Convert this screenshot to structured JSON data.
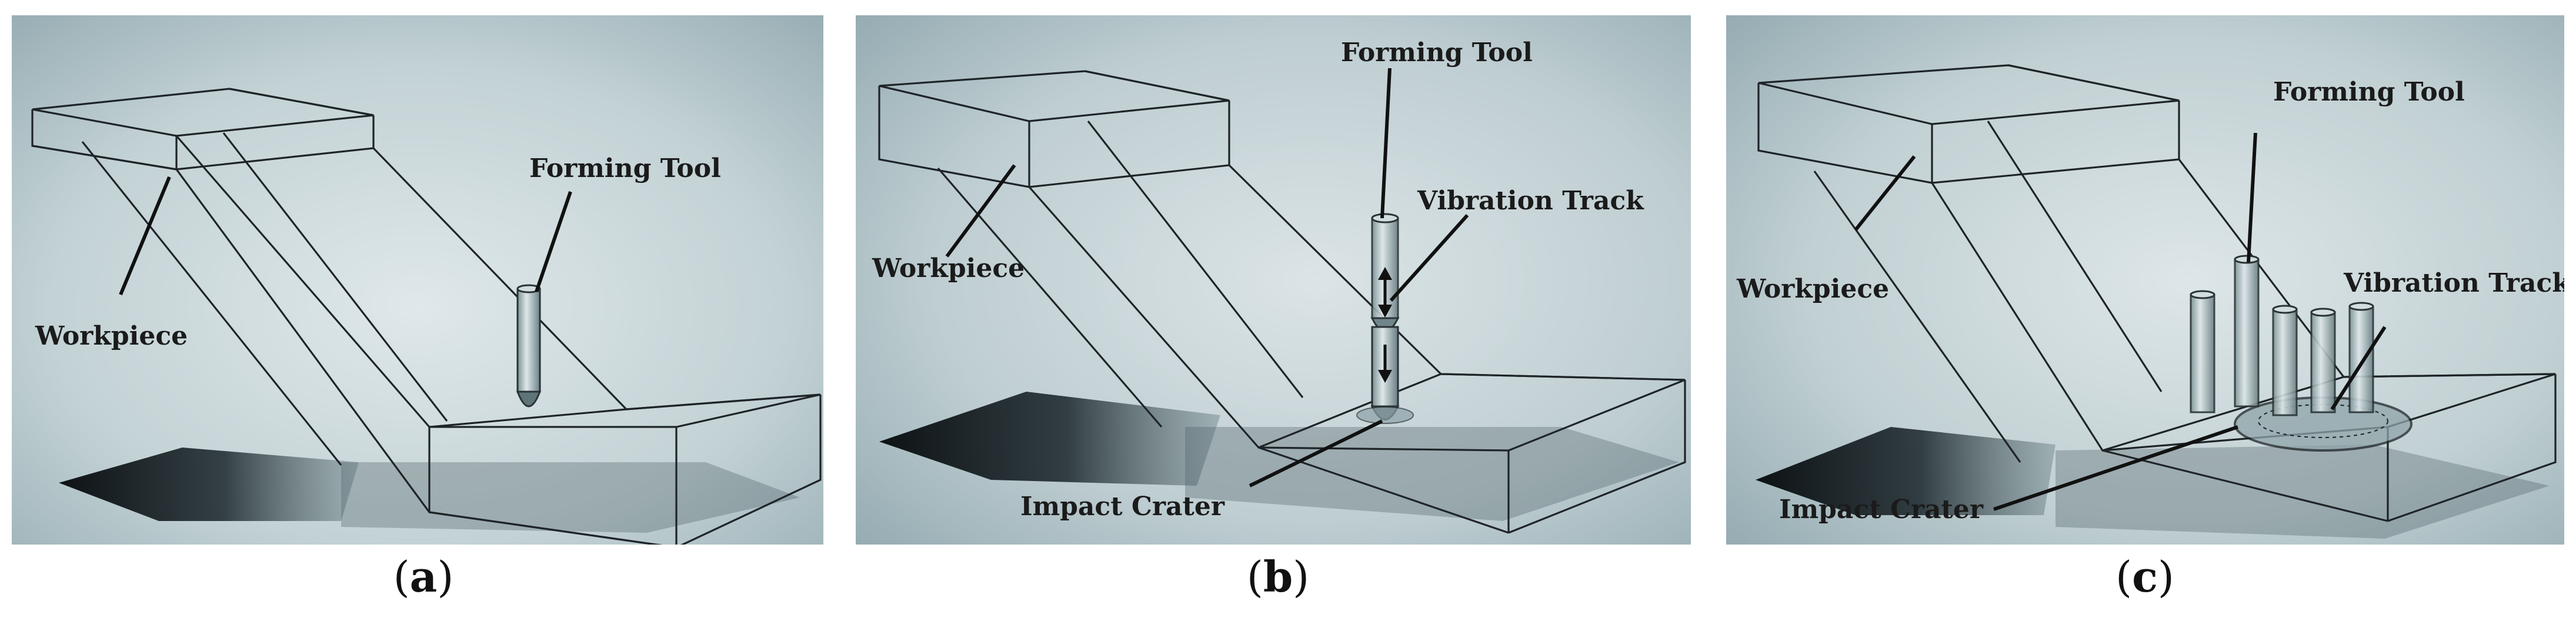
{
  "panels": [
    {
      "id": "a",
      "caption_letter": "a",
      "labels": {
        "forming_tool": "Forming Tool",
        "workpiece": "Workpiece"
      }
    },
    {
      "id": "b",
      "caption_letter": "b",
      "labels": {
        "forming_tool": "Forming Tool",
        "vibration_track": "Vibration Track",
        "workpiece": "Workpiece",
        "impact_crater": "Impact Crater"
      }
    },
    {
      "id": "c",
      "caption_letter": "c",
      "labels": {
        "forming_tool": "Forming Tool",
        "vibration_track": "Vibration Track",
        "workpiece": "Workpiece",
        "impact_crater": "Impact Crater"
      }
    }
  ],
  "colors": {
    "background_light": "#d6e0e2",
    "background_mid": "#a9bcc1",
    "edge": "#1e2428",
    "shadow": "#0a0f12",
    "tool_glass": "#b9c9cd"
  }
}
